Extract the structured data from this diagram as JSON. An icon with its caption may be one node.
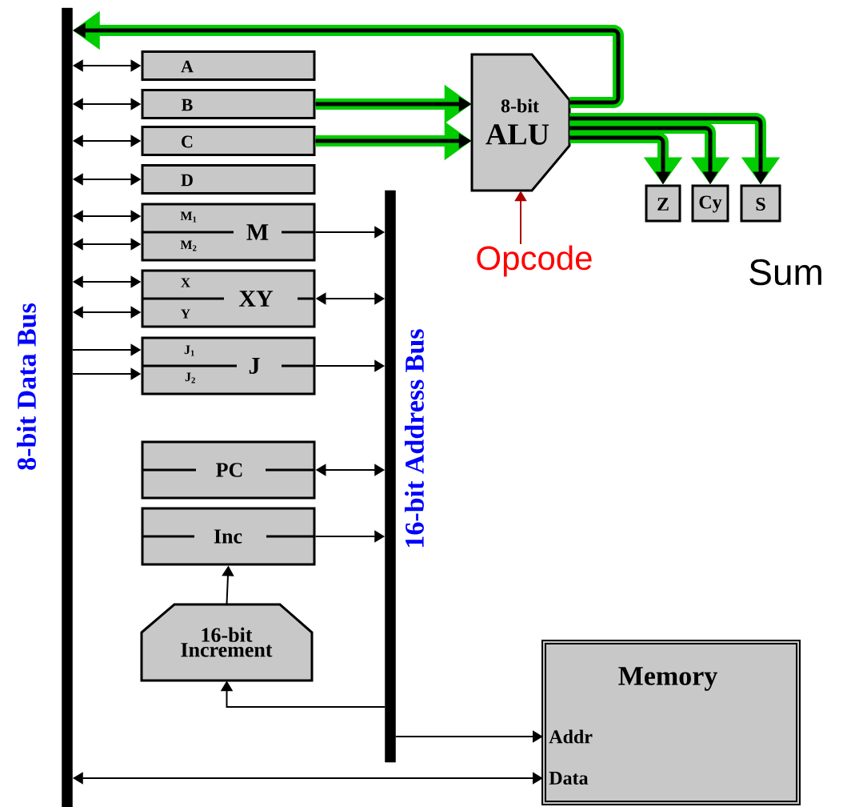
{
  "diagram": {
    "nodes": [
      {
        "text": [],
        "shape": "bar",
        "beside": [
          "8-bit Data Bus"
        ]
      },
      {
        "text": [
          "A"
        ]
      },
      {
        "text": [
          "B"
        ]
      },
      {
        "text": [
          "C"
        ]
      },
      {
        "text": [
          "D"
        ]
      },
      {
        "text": [
          "M$_{1}$",
          "M$_{2}$",
          "M"
        ]
      },
      {
        "text": [
          "X",
          "Y",
          "XY"
        ]
      },
      {
        "text": [
          "J$_{1}$",
          "J$_{2}$",
          "J"
        ]
      },
      {
        "text": [
          "PC"
        ]
      },
      {
        "text": [
          "Inc"
        ]
      },
      {
        "text": [
          "16-bit Increment"
        ]
      },
      {
        "text": [
          "8-bit",
          "ALU"
        ]
      },
      {
        "text": [],
        "shape": "bar",
        "beside": [
          "16-bit Address Bus"
        ]
      },
      {
        "text": [
          "Z"
        ]
      },
      {
        "text": [
          "Cy"
        ]
      },
      {
        "text": [
          "S"
        ]
      },
      {
        "text": [
          "Memory",
          "Addr",
          "Data"
        ]
      },
      {
        "text": [
          "Opcode"
        ]
      }
    ],
    "edges": [
      {
        "from": 0,
        "to": 1,
        "arrow": "both"
      },
      {
        "from": 0,
        "to": 2,
        "arrow": "both"
      },
      {
        "from": 0,
        "to": 3,
        "arrow": "both"
      },
      {
        "from": 0,
        "to": 4,
        "arrow": "both"
      },
      {
        "from": 0,
        "to": 5,
        "arrow": "both"
      },
      {
        "from": 0,
        "to": 5,
        "arrow": "both"
      },
      {
        "from": 0,
        "to": 6,
        "arrow": "both"
      },
      {
        "from": 0,
        "to": 6,
        "arrow": "both"
      },
      {
        "from": 0,
        "to": 7,
        "arrow": "to"
      },
      {
        "from": 0,
        "to": 7,
        "arrow": "to"
      },
      {
        "from": 2,
        "to": 11,
        "arrow": "to",
        "style": "thick"
      },
      {
        "from": 3,
        "to": 11,
        "arrow": "to",
        "style": "thick"
      },
      {
        "from": 11,
        "to": 0,
        "arrow": "to",
        "style": "thick"
      },
      {
        "from": 11,
        "to": 13,
        "arrow": "to",
        "style": "thick"
      },
      {
        "from": 11,
        "to": 14,
        "arrow": "to",
        "style": "thick"
      },
      {
        "from": 11,
        "to": 15,
        "arrow": "to",
        "style": "thick"
      },
      {
        "from": 17,
        "to": 11,
        "arrow": "to",
        "color": "#aa0000"
      },
      {
        "from": 5,
        "to": 12,
        "arrow": "to"
      },
      {
        "from": 6,
        "to": 12,
        "arrow": "both"
      },
      {
        "from": 7,
        "to": 12,
        "arrow": "to"
      },
      {
        "from": 8,
        "to": 12,
        "arrow": "both"
      },
      {
        "from": 9,
        "to": 12,
        "arrow": "to"
      },
      {
        "from": 10,
        "to": 9,
        "arrow": "to"
      },
      {
        "from": 12,
        "to": 10,
        "arrow": "to"
      },
      {
        "from": 12,
        "to": 16,
        "arrow": "to"
      },
      {
        "from": 0,
        "to": 16,
        "arrow": "both"
      }
    ],
    "labels": [
      "Sum"
    ]
  }
}
